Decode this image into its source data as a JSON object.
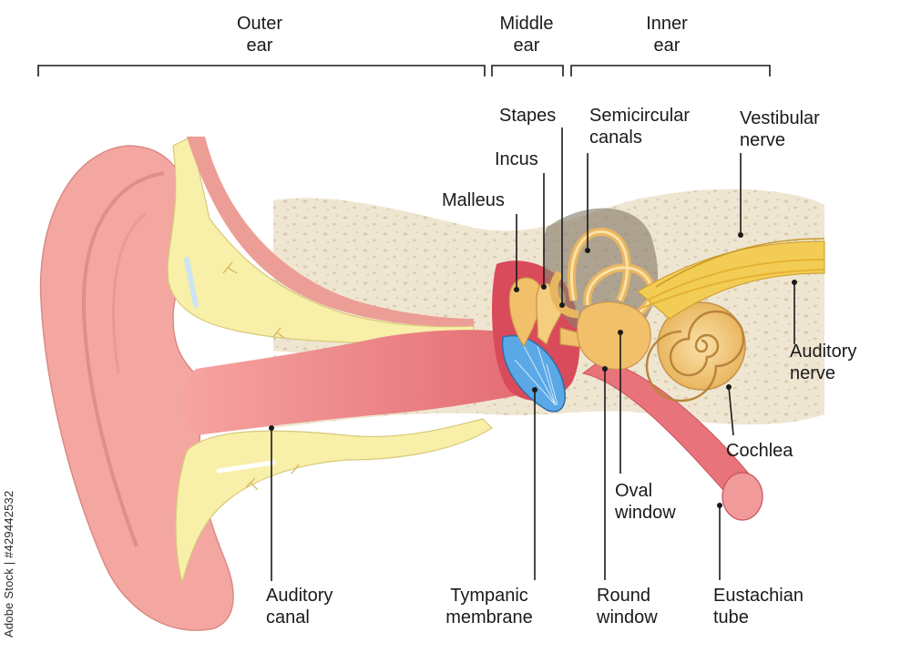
{
  "sections": {
    "outer": "Outer\near",
    "middle": "Middle\near",
    "inner": "Inner\near"
  },
  "labels": {
    "stapes": "Stapes",
    "semicircular_canals": "Semicircular\ncanals",
    "vestibular_nerve": "Vestibular\nnerve",
    "incus": "Incus",
    "malleus": "Malleus",
    "auditory_nerve": "Auditory\nnerve",
    "cochlea": "Cochlea",
    "oval_window": "Oval\nwindow",
    "auditory_canal": "Auditory\ncanal",
    "tympanic_membrane": "Tympanic\nmembrane",
    "round_window": "Round\nwindow",
    "eustachian_tube": "Eustachian\ntube"
  },
  "watermark": "Adobe Stock | #429442532",
  "colors": {
    "skin": "#f4a7a0",
    "canal": "#e8737a",
    "bone": "#efe6d2",
    "cartilage": "#f8efa8",
    "ossicle": "#f2c06a",
    "membrane": "#5aa9e6",
    "nerve": "#f3cc55"
  }
}
